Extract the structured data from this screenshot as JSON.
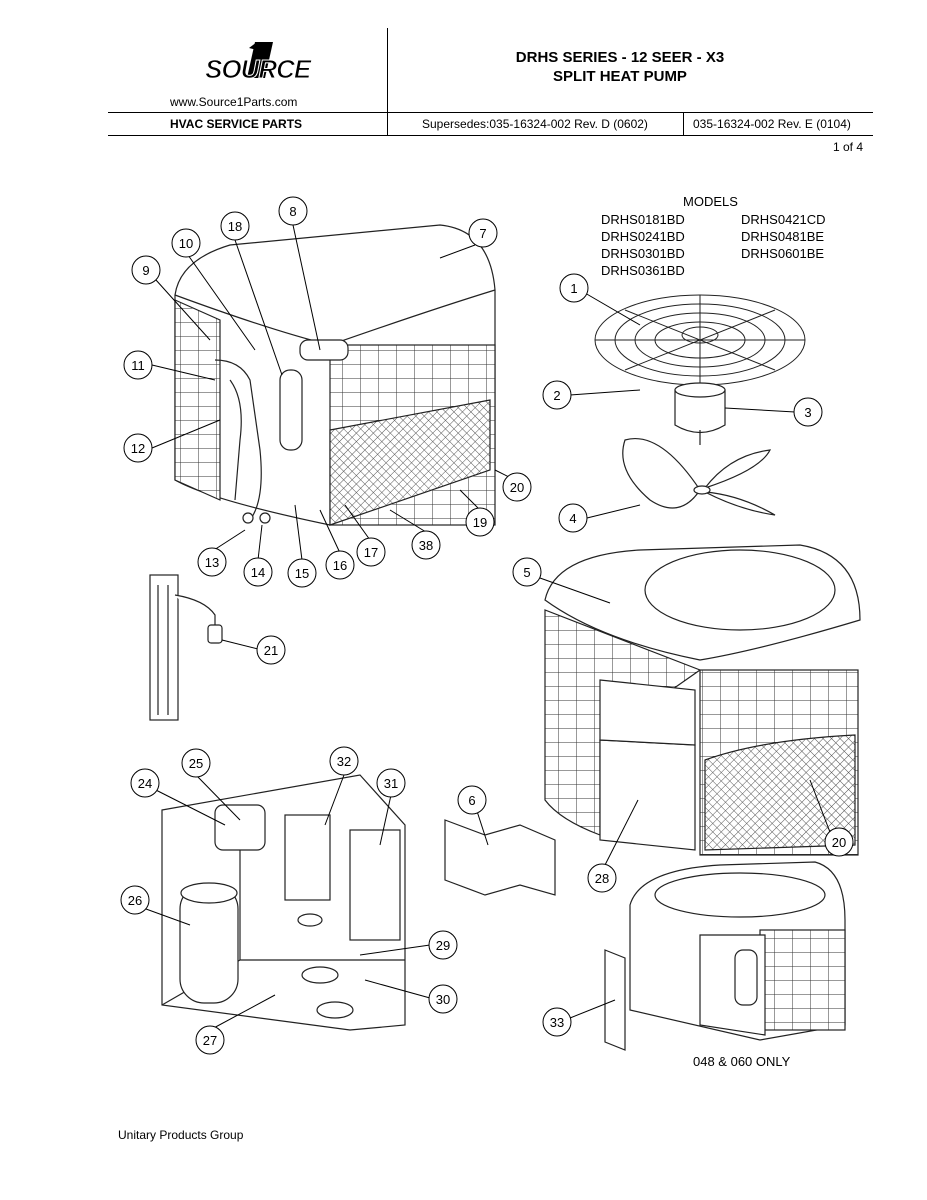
{
  "header": {
    "logo_text": "SOURCE",
    "logo_numeral": "1",
    "website": "www.Source1Parts.com",
    "title_line1": "DRHS SERIES - 12 SEER - X3",
    "title_line2": "SPLIT HEAT PUMP",
    "section": "HVAC SERVICE PARTS",
    "supersedes": "Supersedes:035-16324-002  Rev. D (0602)",
    "revision": "035-16324-002 Rev. E (0104)",
    "page": "1 of 4"
  },
  "models": {
    "heading": "MODELS",
    "col1": [
      "DRHS0181BD",
      "DRHS0241BD",
      "DRHS0301BD",
      "DRHS0361BD"
    ],
    "col2": [
      "DRHS0421CD",
      "DRHS0481BE",
      "DRHS0601BE"
    ]
  },
  "callouts": [
    "1",
    "2",
    "3",
    "4",
    "5",
    "6",
    "7",
    "8",
    "9",
    "10",
    "11",
    "12",
    "13",
    "14",
    "15",
    "16",
    "17",
    "18",
    "19",
    "20",
    "20",
    "21",
    "24",
    "25",
    "26",
    "27",
    "28",
    "29",
    "30",
    "31",
    "32",
    "33",
    "38"
  ],
  "caption_048": "048 & 060 ONLY",
  "footer": "Unitary Products Group",
  "colors": {
    "ink": "#000000",
    "line": "#333333",
    "mesh": "#555555"
  }
}
